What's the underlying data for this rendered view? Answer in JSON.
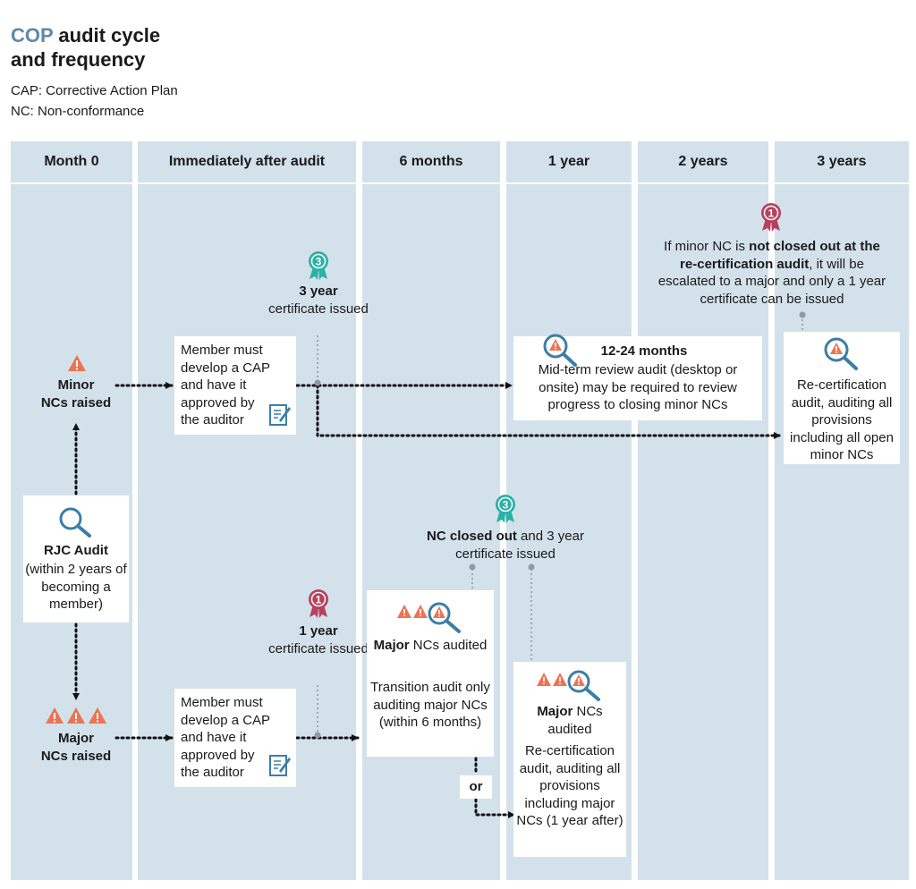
{
  "title": {
    "accent": "COP",
    "line1_rest": " audit cycle",
    "line2": "and frequency"
  },
  "legend": [
    "CAP: Corrective Action Plan",
    "NC: Non-conformance"
  ],
  "columns": [
    "Month 0",
    "Immediately after audit",
    "6 months",
    "1 year",
    "2 years",
    "3 years"
  ],
  "colors": {
    "column_bg": "#d3e1eb",
    "accent": "#5d8aa8",
    "warning": "#ec7455",
    "badge_teal": "#2bb1a7",
    "badge_red": "#b8415e"
  },
  "rjc": {
    "title": "RJC Audit",
    "body": "(within 2 years of becoming a member)"
  },
  "minor": {
    "line1": "Minor",
    "line2": "NCs raised"
  },
  "major": {
    "line1": "Major",
    "line2": "NCs raised"
  },
  "cap_box": {
    "text": "Member must develop a CAP and have it approved by the auditor"
  },
  "cert3_top": {
    "bold": "3 year",
    "rest": "certificate issued",
    "badge": "3"
  },
  "cert1_mid": {
    "bold": "1 year",
    "rest": "certificate issued",
    "badge": "1"
  },
  "nc_closed": {
    "bold": "NC closed out",
    "rest": " and 3 year certificate issued",
    "badge": "3"
  },
  "midterm": {
    "title": "12-24 months",
    "body": "Mid-term review audit (desktop or onsite) may be required to review progress to closing minor NCs"
  },
  "escalate": {
    "pre": "If minor NC is ",
    "bold": "not closed out at the re-certification audit",
    "post": ", it will be escalated to a major and only a 1 year certificate can be issued",
    "badge": "1"
  },
  "recert_minor": {
    "body": "Re-certification audit, auditing all provisions including all open minor NCs"
  },
  "transition": {
    "bold": "Major",
    "rest": " NCs audited",
    "body": "Transition audit only auditing major NCs (within 6 months)"
  },
  "or_label": "or",
  "recert_major": {
    "bold": "Major",
    "rest": " NCs audited",
    "body": "Re-certification audit, auditing all provisions including major NCs (1 year after)"
  }
}
